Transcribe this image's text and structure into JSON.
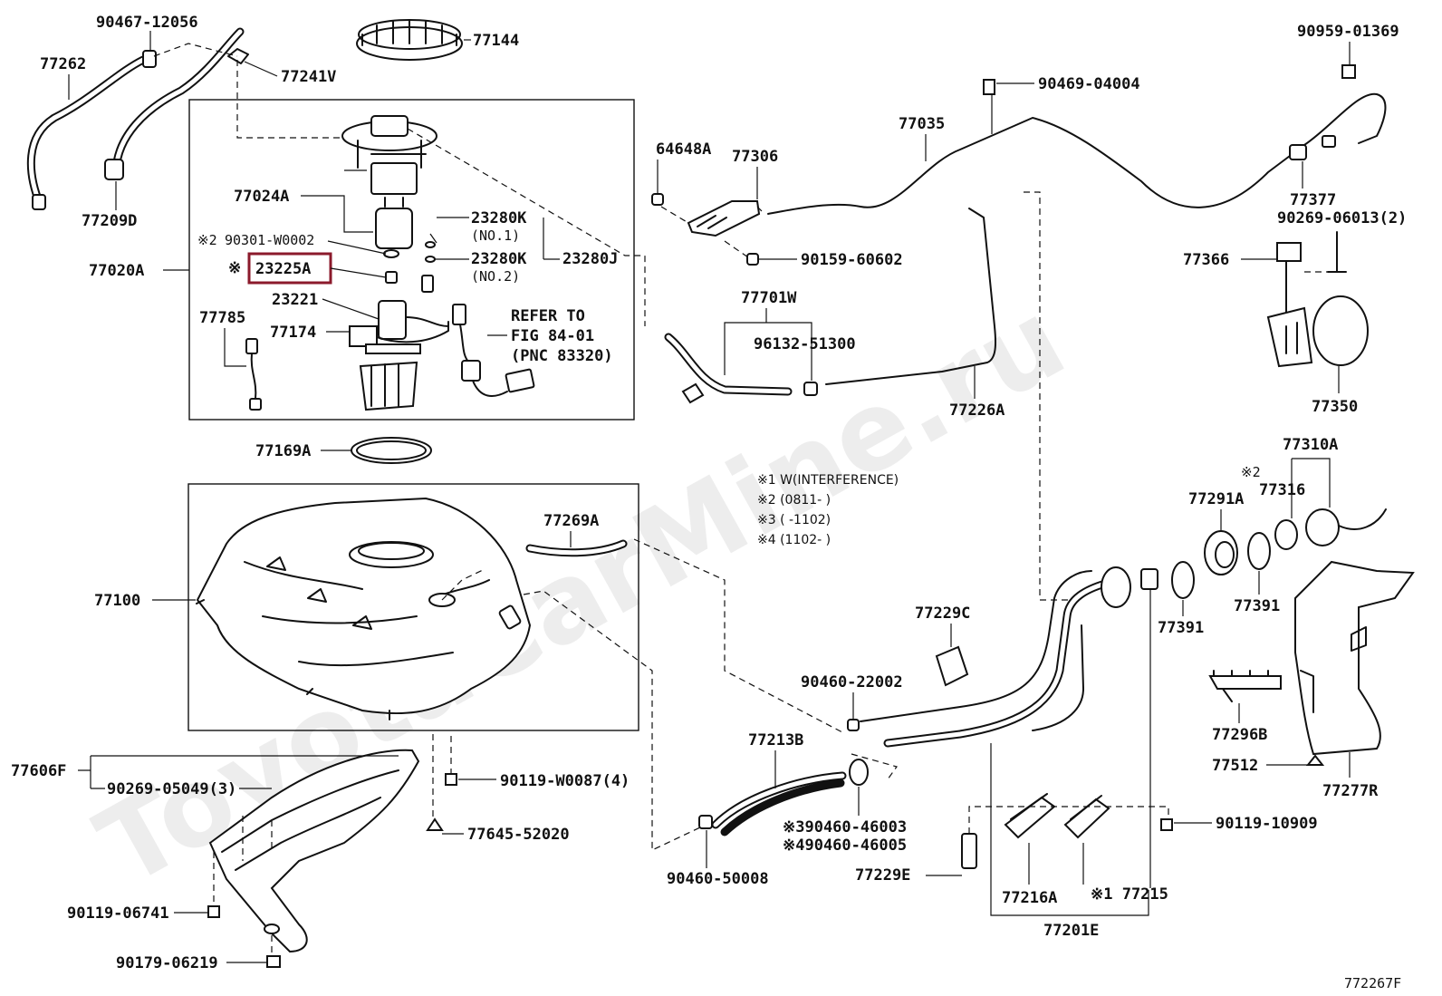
{
  "diagram_id": "772267F",
  "watermark": "ToyotaCarMine.ru",
  "highlighted_part": "23225A",
  "notes": [
    "※1 W(INTERFERENCE)",
    "※2 (0811-    )",
    "※3 (    -1102)",
    "※4 (1102-    )"
  ],
  "refer": {
    "line1": "REFER TO",
    "line2": "FIG 84-01",
    "line3": "(PNC 83320)"
  },
  "labels": {
    "p90467_12056": "90467-12056",
    "p77262": "77262",
    "p77241V": "77241V",
    "p77209D": "77209D",
    "p77144": "77144",
    "p77024A": "77024A",
    "p77020A": "77020A",
    "p90301": "90301-W0002",
    "mark_90301": "※2",
    "p23225A": "23225A",
    "mark_23225A": "※",
    "p23221": "23221",
    "p77785": "77785",
    "p77174": "77174",
    "p23280K_1": "23280K",
    "no1": "(NO.1)",
    "p23280K_2": "23280K",
    "no2": "(NO.2)",
    "p23280J": "23280J",
    "p77169A": "77169A",
    "p77100": "77100",
    "p77269A": "77269A",
    "p77606F": "77606F",
    "p90269_05049": "90269-05049(3)",
    "p90119_W0087": "90119-W0087(4)",
    "p77645_52020": "77645-52020",
    "p90119_06741": "90119-06741",
    "p90179_06219": "90179-06219",
    "p64648A": "64648A",
    "p77306": "77306",
    "p90159_60602": "90159-60602",
    "p77035": "77035",
    "p90469_04004": "90469-04004",
    "p77701W": "77701W",
    "p96132_51300": "96132-51300",
    "p77226A": "77226A",
    "p90959_01369": "90959-01369",
    "p77377": "77377",
    "p90269_06013": "90269-06013(2)",
    "p77366": "77366",
    "p77350": "77350",
    "p77310A": "77310A",
    "mark_77316": "※2",
    "p77316": "77316",
    "p77291A": "77291A",
    "p77391a": "77391",
    "p77391b": "77391",
    "p77229C": "77229C",
    "p90460_22002": "90460-22002",
    "p77213B": "77213B",
    "p90460_46003": "※390460-46003",
    "p90460_46005": "※490460-46005",
    "p90460_50008": "90460-50008",
    "p77229E": "77229E",
    "p77216A": "77216A",
    "p77215": "※1 77215",
    "p77201E": "77201E",
    "p90119_10909": "90119-10909",
    "p77296B": "77296B",
    "p77512": "77512",
    "p77277R": "77277R"
  }
}
